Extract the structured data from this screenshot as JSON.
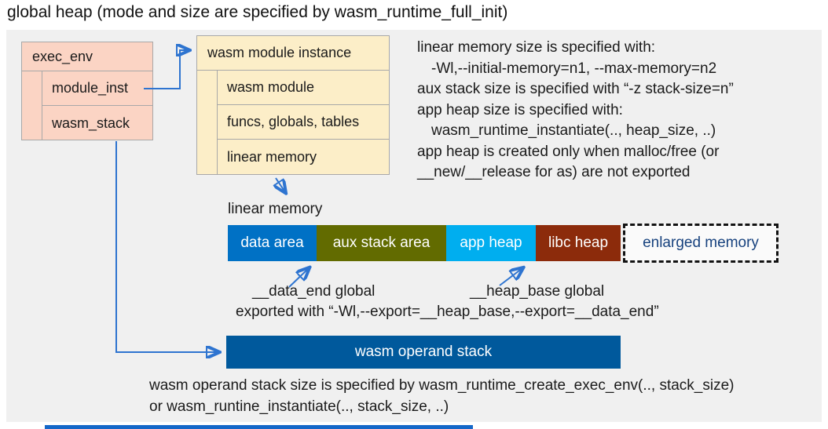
{
  "title": "global heap (mode and size are specified by wasm_runtime_full_init)",
  "exec_env": {
    "header": "exec_env",
    "rows": [
      "module_inst",
      "wasm_stack"
    ]
  },
  "module_instance": {
    "header": "wasm module instance",
    "rows": [
      "wasm module",
      "funcs, globals, tables",
      "linear memory"
    ]
  },
  "notes": {
    "lines": [
      "linear memory size is specified with:",
      "-Wl,--initial-memory=n1, --max-memory=n2",
      "aux stack size is specified with “-z stack-size=n”",
      "app heap size is specified with:",
      "wasm_runtime_instantiate(.., heap_size, ..)",
      "app heap is created only when malloc/free (or",
      "__new/__release for as) are not exported"
    ]
  },
  "linear_memory": {
    "label": "linear memory",
    "segments": [
      {
        "label": "data area",
        "color": "#0071C5"
      },
      {
        "label": "aux stack area",
        "color": "#626B00"
      },
      {
        "label": "app heap",
        "color": "#00AEEF"
      },
      {
        "label": "libc heap",
        "color": "#8C2B0B"
      }
    ],
    "enlarged": {
      "label": "enlarged memory",
      "text_color": "#17427E"
    }
  },
  "annotations": {
    "data_end": "__data_end global",
    "heap_base": "__heap_base global",
    "exported": "exported with “-Wl,--export=__heap_base,--export=__data_end”"
  },
  "operand_stack": {
    "label": "wasm operand stack",
    "color": "#00599C"
  },
  "footer": {
    "lines": [
      "wasm operand stack size is specified by wasm_runtime_create_exec_env(.., stack_size)",
      "or wasm_runtine_instantiate(.., stack_size, ..)"
    ]
  },
  "colors": {
    "panel_bg": "#F0F0F0",
    "exec_env_fill": "#FBD4C4",
    "module_instance_fill": "#FCEEC8",
    "border_gray": "#A8A8A8",
    "arrow_blue": "#2E74D0",
    "operand_stack_blue": "#00599C",
    "text": "#1A1A1A"
  }
}
